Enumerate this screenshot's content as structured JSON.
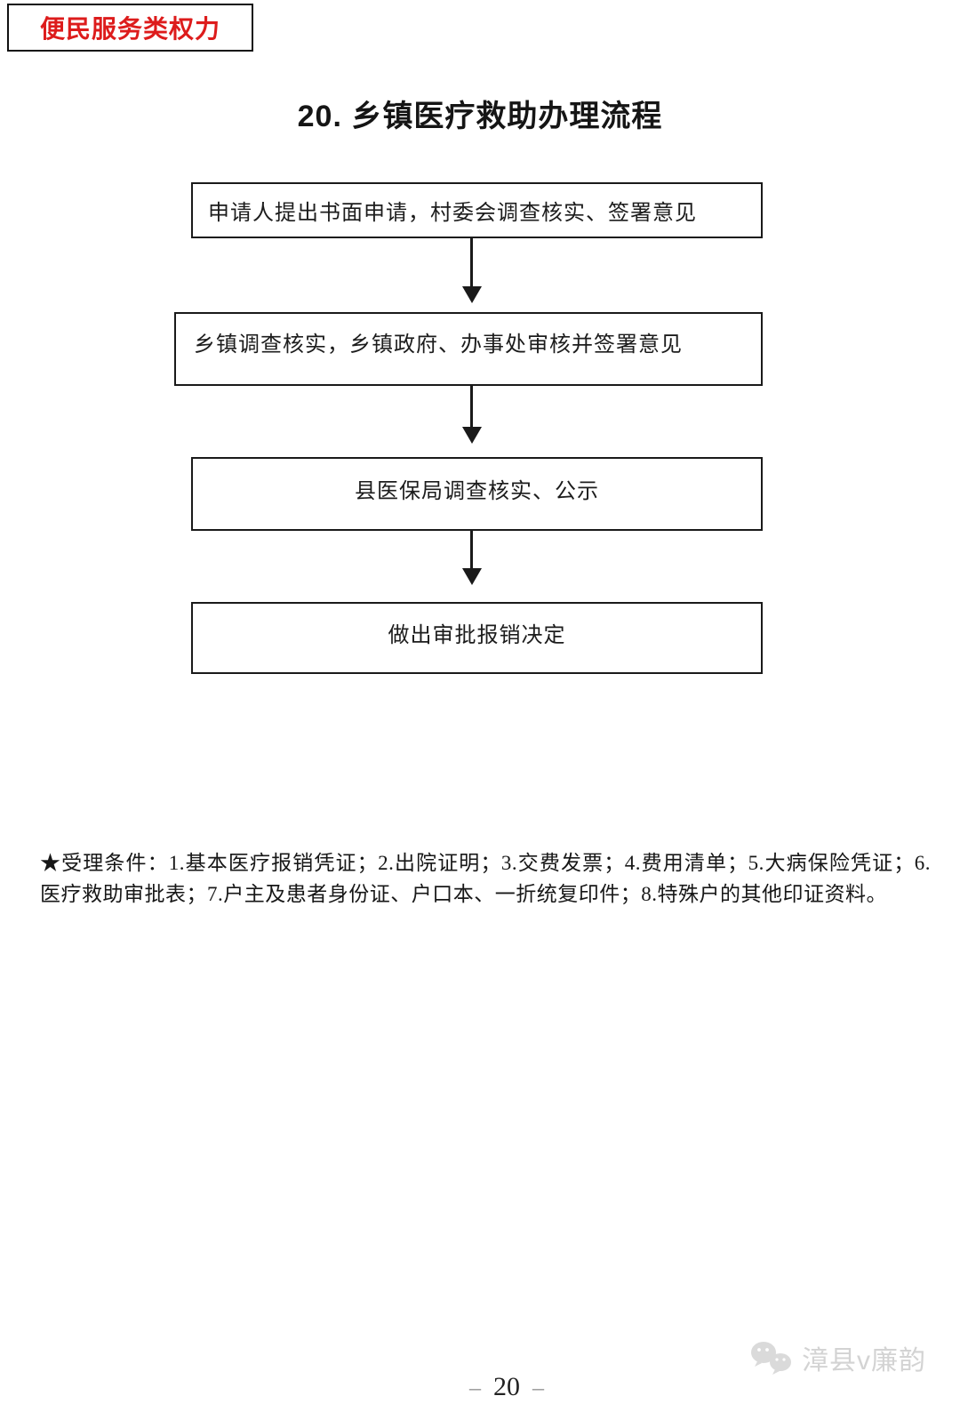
{
  "category_label": "便民服务类权力",
  "title": "20. 乡镇医疗救助办理流程",
  "flowchart": {
    "steps": [
      {
        "label": "申请人提出书面申请，村委会调查核实、签署意见"
      },
      {
        "label": "乡镇调查核实，乡镇政府、办事处审核并签署意见"
      },
      {
        "label": "县医保局调查核实、公示"
      },
      {
        "label": "做出审批报销决定"
      }
    ]
  },
  "note": "★受理条件：1.基本医疗报销凭证；2.出院证明；3.交费发票；4.费用清单；5.大病保险凭证；6.医疗救助审批表；7.户主及患者身份证、户口本、一折统复印件；8.特殊户的其他印证资料。",
  "footer": {
    "watermark_icon": "wechat-icon",
    "watermark_text": "漳县v廉韵",
    "page_number_prefix": "–",
    "page_number": "20",
    "page_number_suffix": "–"
  },
  "colors": {
    "label_red": "#dd1c1c",
    "border_black": "#1a1a1a",
    "watermark_gray": "#d3d3d3"
  }
}
